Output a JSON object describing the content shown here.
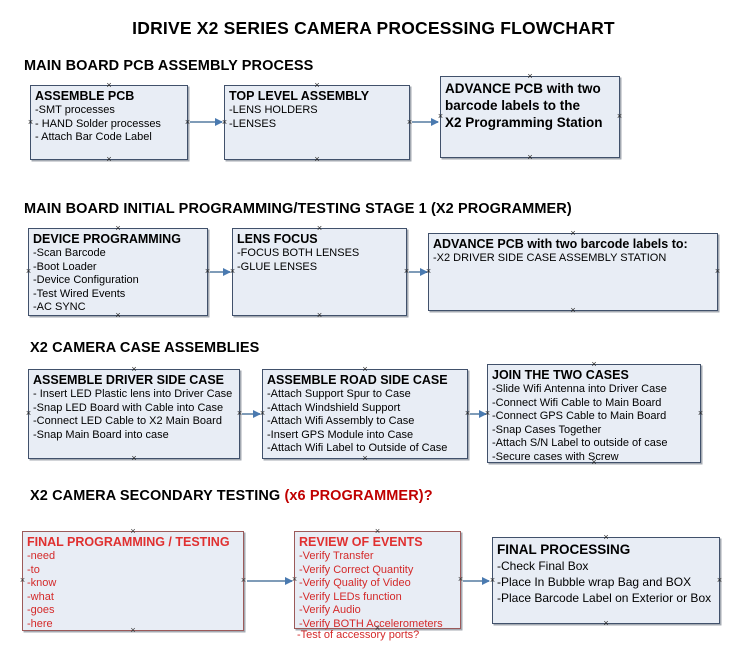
{
  "document": {
    "title": "IDRIVE X2  SERIES CAMERA PROCESSING FLOWCHART"
  },
  "colors": {
    "node_fill": "#e8edf5",
    "node_border": "#41516b",
    "connector": "#7f9cb8",
    "arrow": "#4a7ab0",
    "accent_red": "#c00000",
    "red_text": "#d42a2a"
  },
  "sections": [
    {
      "heading": "MAIN BOARD PCB ASSEMBLY PROCESS",
      "heading_accent": "",
      "nodes": [
        {
          "header": "ASSEMBLE PCB",
          "lines": [
            "-SMT processes",
            "- HAND Solder processes",
            "- Attach Bar Code Label"
          ]
        },
        {
          "header": "TOP LEVEL ASSEMBLY",
          "lines": [
            "-LENS HOLDERS",
            "-LENSES"
          ]
        },
        {
          "header": "ADVANCE PCB with two",
          "lines": [
            "barcode labels to the",
            " X2 Programming Station"
          ]
        }
      ]
    },
    {
      "heading": "MAIN BOARD INITIAL PROGRAMMING/TESTING STAGE 1 (X2 PROGRAMMER)",
      "heading_accent": "",
      "nodes": [
        {
          "header": "DEVICE PROGRAMMING",
          "lines": [
            "-Scan Barcode",
            "-Boot Loader",
            "-Device Configuration",
            "-Test Wired Events",
            "-AC SYNC"
          ]
        },
        {
          "header": "LENS FOCUS",
          "lines": [
            "-FOCUS BOTH LENSES",
            "-GLUE LENSES"
          ]
        },
        {
          "header": "ADVANCE PCB with two barcode labels to:",
          "lines": [
            "-X2 DRIVER  SIDE  CASE  ASSEMBLY STATION"
          ]
        }
      ]
    },
    {
      "heading": "X2 CAMERA CASE ASSEMBLIES",
      "heading_accent": "",
      "nodes": [
        {
          "header": "ASSEMBLE DRIVER SIDE CASE",
          "lines": [
            "- Insert LED Plastic lens into Driver Case",
            "-Snap LED Board with Cable into Case",
            "-Connect LED Cable to X2 Main Board",
            "-Snap Main Board into case"
          ]
        },
        {
          "header": "ASSEMBLE ROAD SIDE CASE",
          "lines": [
            "-Attach Support Spur to Case",
            "-Attach Windshield Support",
            "-Attach Wifi Assembly to Case",
            "-Insert GPS Module into Case",
            "-Attach Wifi Label to Outside of Case"
          ]
        },
        {
          "header": "JOIN THE TWO CASES",
          "lines": [
            "-Slide Wifi Antenna into Driver Case",
            "-Connect Wifi Cable to Main Board",
            "-Connect GPS Cable to Main Board",
            "-Snap Cases Together",
            "-Attach S/N Label to outside of case",
            "-Secure cases with Screw"
          ]
        }
      ]
    },
    {
      "heading": "X2 CAMERA SECONDARY TESTING ",
      "heading_accent": "(x6 PROGRAMMER)?",
      "nodes": [
        {
          "header": "FINAL PROGRAMMING / TESTING",
          "lines": [
            "-need",
            "-to",
            "-know",
            "-what",
            "-goes",
            "-here"
          ]
        },
        {
          "header": "REVIEW OF EVENTS",
          "lines": [
            "-Verify Transfer",
            "-Verify Correct Quantity",
            "-Verify Quality of Video",
            "-Verify LEDs function",
            "-Verify Audio",
            "-Verify BOTH Accelerometers"
          ],
          "overflow_line": "-Test of accessory ports?"
        },
        {
          "header": "FINAL PROCESSING",
          "lines": [
            " -Check Final Box",
            "-Place In Bubble wrap Bag and BOX",
            "-Place Barcode Label on Exterior or Box"
          ]
        }
      ]
    }
  ]
}
